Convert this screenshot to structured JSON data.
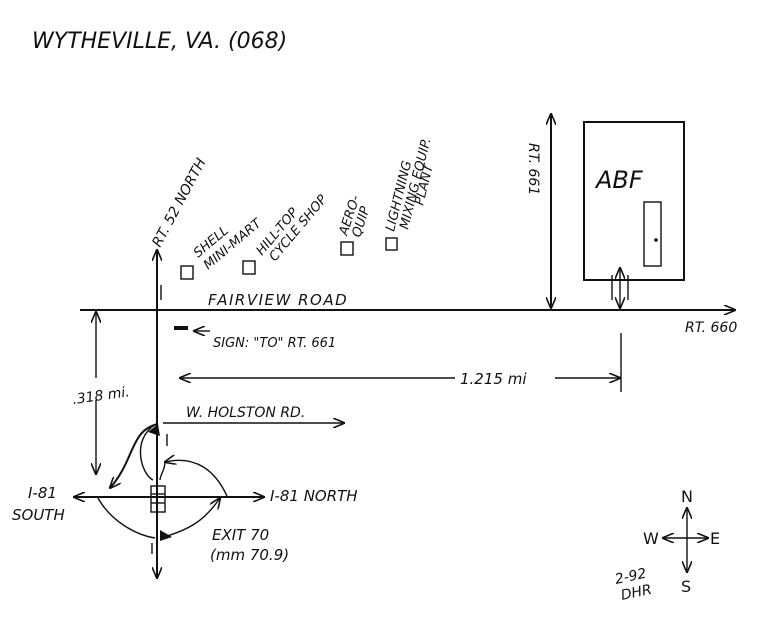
{
  "title": "WYTHEVILLE, VA. (068)",
  "roads": {
    "rt52": "RT. 52 NORTH",
    "fairview": "FAIRVIEW ROAD",
    "rt660": "RT. 660",
    "rt661": "RT. 661",
    "holston": "W. HOLSTON RD.",
    "i81_north": "I-81 NORTH",
    "i81_south_line1": "I-81",
    "i81_south_line2": "SOUTH"
  },
  "businesses": {
    "shell_line1": "SHELL",
    "shell_line2": "MINI-MART",
    "hilltop_line1": "HILL-TOP",
    "hilltop_line2": "CYCLE SHOP",
    "aeroquip_line1": "AERO-",
    "aeroquip_line2": "QUIP",
    "lightning_line1": "LIGHTNING",
    "lightning_line2": "MIXING EQUIP.",
    "lightning_line3": "PLANT",
    "abf": "ABF"
  },
  "sign": "SIGN: \"TO\" RT. 661",
  "distances": {
    "vertical": ".318 mi.",
    "horizontal": "1.215 mi"
  },
  "exit": {
    "line1": "EXIT 70",
    "line2": "(mm 70.9)"
  },
  "compass": {
    "n": "N",
    "s": "S",
    "e": "E",
    "w": "W"
  },
  "signature": {
    "line1": "2-92",
    "line2": "DHR"
  }
}
